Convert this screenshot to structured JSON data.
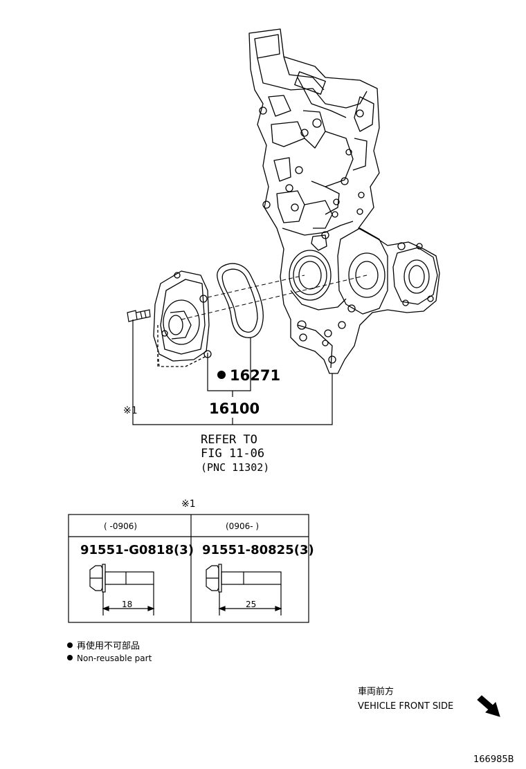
{
  "callouts": {
    "gasket_part": "16271",
    "pump_part": "16100",
    "bolt_mark": "※1",
    "refer": {
      "line1": "REFER TO",
      "line2": "FIG 11-06",
      "line3": "(PNC 11302)"
    }
  },
  "bolt_table": {
    "mark": "※1",
    "columns": [
      {
        "period": "(    -0906)",
        "part": "91551-G0818(3)",
        "length": "18"
      },
      {
        "period": "(0906-    )",
        "part": "91551-80825(3)",
        "length": "25"
      }
    ]
  },
  "legend": {
    "line_jp": "再使用不可部品",
    "line_en": "Non-reusable part"
  },
  "direction": {
    "label_jp": "車両前方",
    "label_en": "VEHICLE FRONT SIDE"
  },
  "figure_id": "166985B",
  "colors": {
    "ink": "#000000",
    "background": "#ffffff"
  }
}
